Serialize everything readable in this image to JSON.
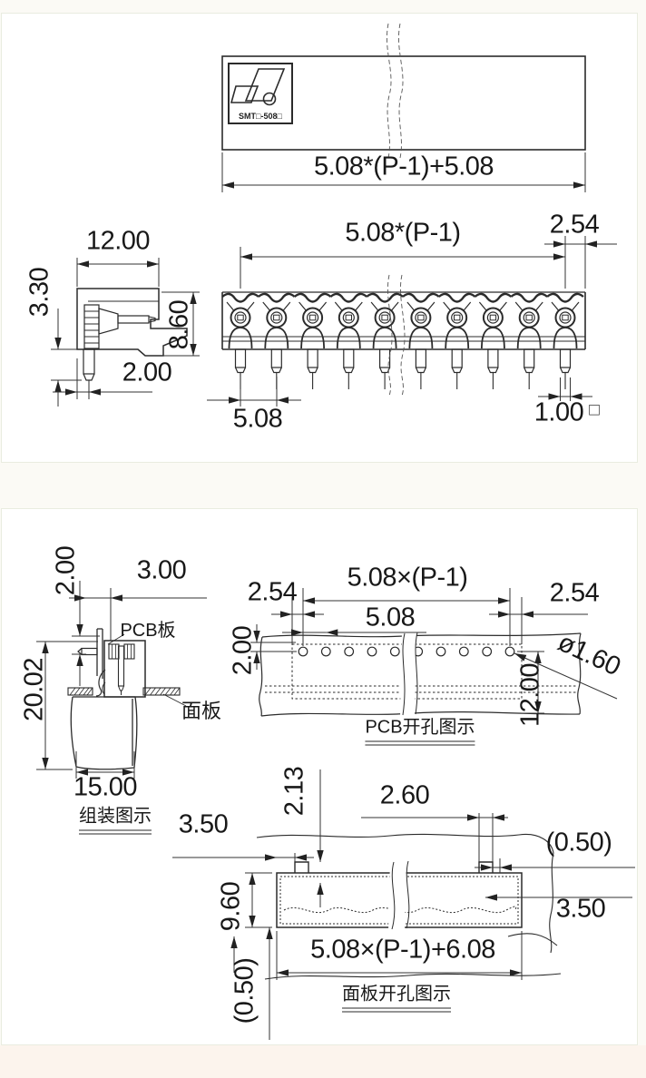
{
  "top_drawing": {
    "logo_text": "SMT□-508□",
    "dim_overall_width": "5.08*(P-1)+5.08",
    "front": {
      "dim_span": "5.08*(P-1)",
      "dim_end_offset": "2.54",
      "dim_pitch": "5.08",
      "dim_pin_size": "1.00",
      "pin_square_symbol": "□"
    },
    "side": {
      "dim_width": "12.00",
      "dim_pin_length": "3.30",
      "dim_height": "8.60",
      "dim_pin_offset": "2.00"
    }
  },
  "bottom_drawing": {
    "assembly": {
      "dim_pcb_clearance": "2.00",
      "dim_pcb_offset": "3.00",
      "label_pcb": "PCB板",
      "label_panel": "面板",
      "dim_depth": "20.02",
      "dim_width": "15.00",
      "caption": "组装图示"
    },
    "pcb_holes": {
      "dim_left": "2.54",
      "dim_span": "5.08×(P-1)",
      "dim_right": "2.54",
      "dim_pitch": "5.08",
      "dim_edge": "2.00",
      "dim_depth": "12.00",
      "dim_hole_dia": "ø1.60",
      "caption": "PCB开孔图示"
    },
    "panel_cutout": {
      "dim_notch_height": "2.13",
      "dim_notch_width": "2.60",
      "dim_left": "3.50",
      "dim_gap_right": "(0.50)",
      "dim_height": "9.60",
      "dim_right": "3.50",
      "dim_length": "5.08×(P-1)+6.08",
      "dim_gap_bottom": "(0.50)",
      "caption": "面板开孔图示"
    }
  }
}
